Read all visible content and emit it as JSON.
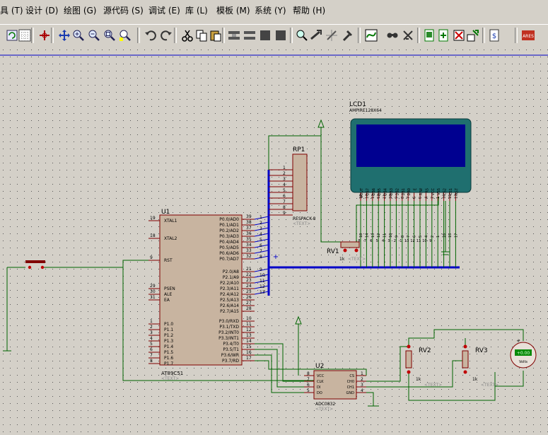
{
  "menu": {
    "items": [
      "具 (T)",
      "设计 (D)",
      "绘图 (G)",
      "源代码 (S)",
      "调试 (E)",
      "库 (L)",
      "模板 (M)",
      "系统 (Y)",
      "帮助 (H)"
    ]
  },
  "toolbar": {
    "icons": [
      "refresh-icon",
      "grid-icon",
      "origin-icon",
      "pan-icon",
      "zoom-in-icon",
      "zoom-out-icon",
      "zoom-all-icon",
      "zoom-area-icon",
      "undo-icon",
      "redo-icon",
      "cut-icon",
      "copy-icon",
      "paste-icon",
      "block-copy-icon",
      "block-move-icon",
      "block-rotate-icon",
      "block-delete-icon",
      "pick-device-icon",
      "make-device-icon",
      "packaging-icon",
      "decompose-icon",
      "wire-autorouter-icon",
      "search-icon",
      "property-tool-icon",
      "new-sheet-icon",
      "remove-sheet-icon",
      "exit-to-parent-icon",
      "bill-of-materials-icon",
      "netlist-icon",
      "ares-icon"
    ],
    "ares_label": "ARES"
  },
  "schematic": {
    "colors": {
      "canvas": "#d4d0c8",
      "wire": "#006400",
      "bus": "#0000c8",
      "body": "#c8b4a0",
      "outline": "#800000",
      "pin_text": "#000000",
      "lcd_screen": "#000090",
      "lcd_bezel": "#1f6f6f",
      "pin_red": "#c00000"
    },
    "lcd": {
      "ref": "LCD1",
      "part": "AMPIRE128X64",
      "pins": [
        "VOUT",
        "DB7",
        "DB6",
        "DB5",
        "DB4",
        "DB3",
        "DB2",
        "DB1",
        "DB0",
        "E",
        "R/W",
        "RS",
        "VCC",
        "VSS",
        "CS2",
        "CS1",
        "RST"
      ],
      "pin_nums": [
        "18",
        "14",
        "13",
        "12",
        "11",
        "10",
        "9",
        "8",
        "7",
        "6",
        "5",
        "4",
        "2",
        "1",
        "16",
        "15",
        "17"
      ]
    },
    "rp1": {
      "ref": "RP1",
      "part": "RESPACK-8",
      "text_tag": "<TEXT>",
      "pin_nums": [
        "1",
        "2",
        "3",
        "4",
        "5",
        "6",
        "7",
        "8",
        "9"
      ]
    },
    "u1": {
      "ref": "U1",
      "part": "AT89C51",
      "text_tag": "<TEXT>",
      "left_pins": [
        {
          "num": "19",
          "name": "XTAL1"
        },
        {
          "num": "18",
          "name": "XTAL2"
        },
        {
          "num": "9",
          "name": "RST"
        },
        {
          "num": "29",
          "name": "PSEN"
        },
        {
          "num": "30",
          "name": "ALE"
        },
        {
          "num": "31",
          "name": "EA"
        },
        {
          "num": "1",
          "name": "P1.0"
        },
        {
          "num": "2",
          "name": "P1.1"
        },
        {
          "num": "3",
          "name": "P1.2"
        },
        {
          "num": "4",
          "name": "P1.3"
        },
        {
          "num": "5",
          "name": "P1.4"
        },
        {
          "num": "6",
          "name": "P1.5"
        },
        {
          "num": "7",
          "name": "P1.6"
        },
        {
          "num": "8",
          "name": "P1.7"
        }
      ],
      "right_pins": [
        {
          "num": "39",
          "name": "P0.0/AD0"
        },
        {
          "num": "38",
          "name": "P0.1/AD1"
        },
        {
          "num": "37",
          "name": "P0.2/AD2"
        },
        {
          "num": "36",
          "name": "P0.3/AD3"
        },
        {
          "num": "35",
          "name": "P0.4/AD4"
        },
        {
          "num": "34",
          "name": "P0.5/AD5"
        },
        {
          "num": "33",
          "name": "P0.6/AD6"
        },
        {
          "num": "32",
          "name": "P0.7/AD7"
        },
        {
          "num": "21",
          "name": "P2.0/A8"
        },
        {
          "num": "22",
          "name": "P2.1/A9"
        },
        {
          "num": "23",
          "name": "P2.2/A10"
        },
        {
          "num": "24",
          "name": "P2.3/A11"
        },
        {
          "num": "25",
          "name": "P2.4/A12"
        },
        {
          "num": "26",
          "name": "P2.5/A13"
        },
        {
          "num": "27",
          "name": "P2.6/A14"
        },
        {
          "num": "28",
          "name": "P2.7/A15"
        },
        {
          "num": "10",
          "name": "P3.0/RXD"
        },
        {
          "num": "11",
          "name": "P3.1/TXD"
        },
        {
          "num": "12",
          "name": "P3.2/INT0"
        },
        {
          "num": "13",
          "name": "P3.3/INT1"
        },
        {
          "num": "14",
          "name": "P3.4/T0"
        },
        {
          "num": "15",
          "name": "P3.5/T1"
        },
        {
          "num": "16",
          "name": "P3.6/WR"
        },
        {
          "num": "17",
          "name": "P3.7/RD"
        }
      ],
      "bus_pin_nums": [
        "1",
        "2",
        "3",
        "4",
        "5",
        "6",
        "7",
        "8",
        "9",
        "10",
        "11",
        "12",
        "13"
      ]
    },
    "u2": {
      "ref": "U2",
      "part": "ADC0832",
      "text_tag": "<TEXT>",
      "left_pins": [
        {
          "num": "8",
          "name": "VCC"
        },
        {
          "num": "7",
          "name": "CLK"
        },
        {
          "num": "6",
          "name": "DI"
        },
        {
          "num": "5",
          "name": "DO"
        }
      ],
      "right_pins": [
        {
          "num": "1",
          "name": "CS"
        },
        {
          "num": "2",
          "name": "CH0"
        },
        {
          "num": "3",
          "name": "CH1"
        },
        {
          "num": "4",
          "name": "GND"
        }
      ]
    },
    "rv1": {
      "ref": "RV1",
      "value": "1k",
      "text_tag": "<TEXT>"
    },
    "rv2": {
      "ref": "RV2",
      "value": "1k",
      "text_tag": "<TEXT>"
    },
    "rv3": {
      "ref": "RV3",
      "value": "1k",
      "text_tag": "<TEXT>"
    },
    "lcd_lower_nums": [
      "18",
      "14",
      "13",
      "12",
      "11",
      "10",
      "9",
      "8",
      "7",
      "6",
      "5",
      "4",
      "2",
      "1",
      "16",
      "15",
      "17"
    ],
    "lcd_net_nums": [
      "8",
      "7",
      "6",
      "5",
      "4",
      "3",
      "2",
      "1",
      "13",
      "12",
      "11",
      "10",
      "9"
    ],
    "voltmeter": {
      "value": "+0.00",
      "unit": "Volts"
    }
  }
}
